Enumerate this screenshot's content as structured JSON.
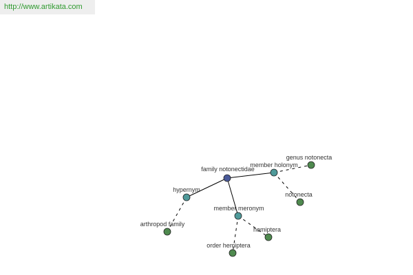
{
  "header": {
    "url": "http://www.artikata.com"
  },
  "colors": {
    "url_text": "#2f9a2f",
    "url_bg": "#eeeeee",
    "root_node": "#4a5a9a",
    "relation_node": "#4f9a9a",
    "term_node": "#4f8a4f",
    "edge": "#000000",
    "label": "#333333"
  },
  "graph": {
    "nodes": [
      {
        "id": "root",
        "label": "family notonectidae",
        "kind": "root"
      },
      {
        "id": "holonym",
        "label": "member holonym",
        "kind": "relation"
      },
      {
        "id": "hypernym",
        "label": "hypernym",
        "kind": "relation"
      },
      {
        "id": "meronym",
        "label": "member meronym",
        "kind": "relation"
      },
      {
        "id": "genus",
        "label": "genus notonecta",
        "kind": "term"
      },
      {
        "id": "notonecta",
        "label": "notonecta",
        "kind": "term"
      },
      {
        "id": "arthropod",
        "label": "arthropod family",
        "kind": "term"
      },
      {
        "id": "hemiptera",
        "label": "hemiptera",
        "kind": "term"
      },
      {
        "id": "order",
        "label": "order hemiptera",
        "kind": "term"
      }
    ],
    "edges": [
      {
        "from": "root",
        "to": "holonym",
        "style": "solid"
      },
      {
        "from": "root",
        "to": "hypernym",
        "style": "solid"
      },
      {
        "from": "root",
        "to": "meronym",
        "style": "solid"
      },
      {
        "from": "holonym",
        "to": "genus",
        "style": "dashed"
      },
      {
        "from": "holonym",
        "to": "notonecta",
        "style": "dashed"
      },
      {
        "from": "hypernym",
        "to": "arthropod",
        "style": "dashed"
      },
      {
        "from": "meronym",
        "to": "hemiptera",
        "style": "dashed"
      },
      {
        "from": "meronym",
        "to": "order",
        "style": "dashed"
      }
    ]
  }
}
